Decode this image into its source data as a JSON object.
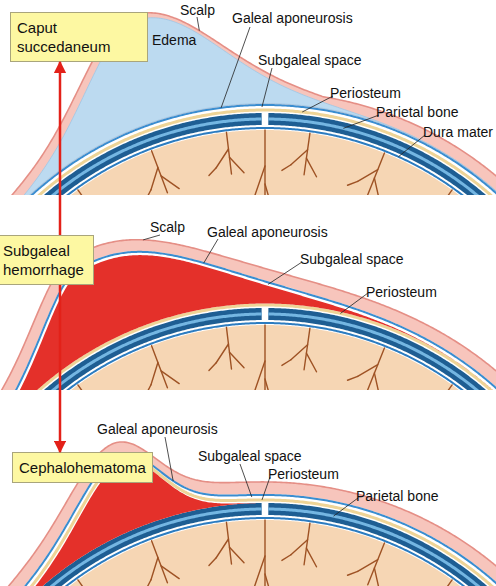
{
  "diagram": {
    "nodes": [
      {
        "text": [
          "Caput succedaneum"
        ]
      },
      {
        "text": [
          "Subgaleal hemorrhage"
        ]
      },
      {
        "text": [
          "Cephalohematoma"
        ]
      }
    ],
    "edges": [
      {
        "from": 1,
        "to": 0,
        "arrow": "to"
      },
      {
        "from": 1,
        "to": 2,
        "arrow": "to"
      }
    ],
    "labels": [
      "Scalp",
      "Galeal aponeurosis",
      "Edema",
      "Subgaleal space",
      "Periosteum",
      "Parietal bone",
      "Dura mater",
      "Scalp",
      "Galeal aponeurosis",
      "Subgaleal space",
      "Periosteum",
      "Galeal aponeurosis",
      "Subgaleal space",
      "Periosteum",
      "Parietal bone"
    ]
  }
}
